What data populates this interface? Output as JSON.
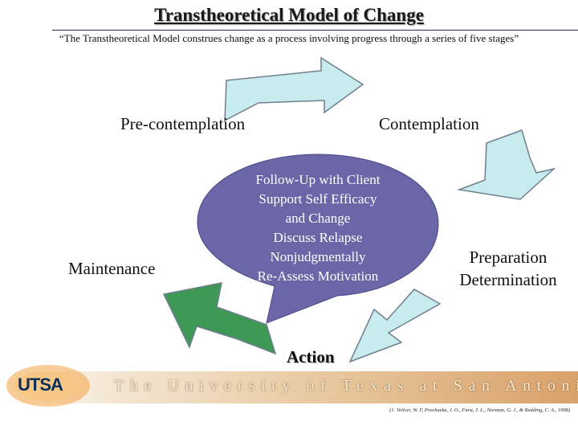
{
  "title": "Transtheoretical Model of Change",
  "subtitle": "“The Transtheoretical Model construes change as a process involving progress through a series of five stages”",
  "stages": {
    "precontemplation": "Pre-contemplation",
    "contemplation": "Contemplation",
    "preparation": [
      "Preparation",
      "Determination"
    ],
    "action": "Action",
    "maintenance": "Maintenance"
  },
  "center_bubble": {
    "lines": [
      "Follow-Up with Client",
      "Support Self Efficacy",
      "and Change",
      "Discuss Relapse",
      "Nonjudgmentally",
      "Re-Assess Motivation"
    ],
    "color": "#6a66a8"
  },
  "arrows": {
    "cycle_color": "#c8ebed",
    "exit_color": "#3d9856",
    "outline_color": "#6f7f8f"
  },
  "footer": {
    "logo_text": "UTSA",
    "university": "The University of Texas at San Antonio",
    "citation": "(1. Velicer, W. F, Prochaska, J. O., Fava, J. L., Norman, G. J., & Redding, C. A., 1998)"
  }
}
